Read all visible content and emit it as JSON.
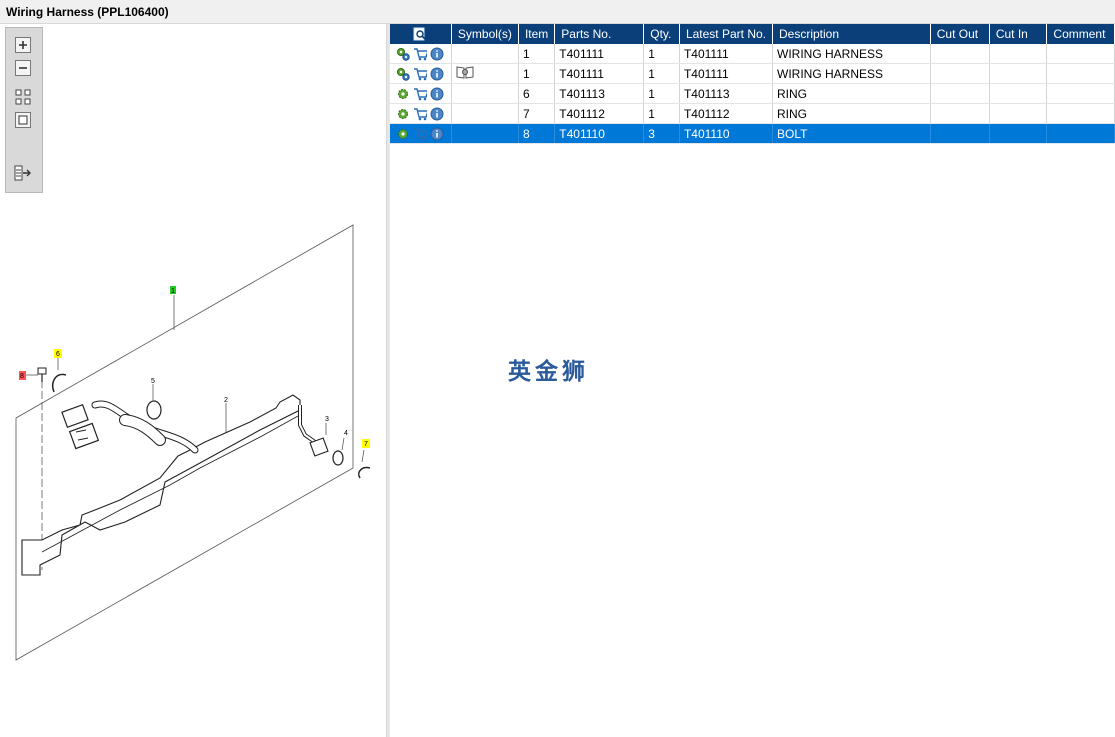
{
  "window": {
    "title": "Wiring Harness (PPL106400)"
  },
  "toolbar": {
    "buttons": [
      {
        "name": "zoom-in",
        "icon": "plus-icon"
      },
      {
        "name": "zoom-out",
        "icon": "minus-icon"
      },
      {
        "name": "fit",
        "icon": "fit-grid-icon"
      },
      {
        "name": "actual-size",
        "icon": "square-icon"
      },
      {
        "name": "export",
        "icon": "list-export-icon"
      }
    ]
  },
  "diagram": {
    "callouts": [
      {
        "label": "1",
        "highlight": "#22cc22"
      },
      {
        "label": "2",
        "highlight": ""
      },
      {
        "label": "3",
        "highlight": ""
      },
      {
        "label": "4",
        "highlight": ""
      },
      {
        "label": "5",
        "highlight": ""
      },
      {
        "label": "6",
        "highlight": "#ffff00"
      },
      {
        "label": "7",
        "highlight": "#ffff00"
      },
      {
        "label": "8",
        "highlight": "#ff5555"
      }
    ]
  },
  "grid": {
    "headers": [
      "",
      "Symbol(s)",
      "Item",
      "Parts No.",
      "Qty.",
      "Latest Part No.",
      "Description",
      "Cut Out",
      "Cut In",
      "Comment"
    ],
    "header_icon": "search-document-icon",
    "rows": [
      {
        "icons": [
          "gears-icon",
          "cart-icon",
          "info-icon"
        ],
        "symbol": "",
        "item": "1",
        "parts_no": "T401111",
        "qty": "1",
        "latest": "T401111",
        "desc": "WIRING HARNESS",
        "cut_out": "",
        "cut_in": "",
        "comment": "",
        "selected": false
      },
      {
        "icons": [
          "gears-icon",
          "cart-icon",
          "info-icon"
        ],
        "symbol": "book-icon",
        "item": "1",
        "parts_no": "T401111",
        "qty": "1",
        "latest": "T401111",
        "desc": "WIRING HARNESS",
        "cut_out": "",
        "cut_in": "",
        "comment": "",
        "selected": false
      },
      {
        "icons": [
          "gear-icon",
          "cart-icon",
          "info-icon"
        ],
        "symbol": "",
        "item": "6",
        "parts_no": "T401113",
        "qty": "1",
        "latest": "T401113",
        "desc": "RING",
        "cut_out": "",
        "cut_in": "",
        "comment": "",
        "selected": false
      },
      {
        "icons": [
          "gear-icon",
          "cart-icon",
          "info-icon"
        ],
        "symbol": "",
        "item": "7",
        "parts_no": "T401112",
        "qty": "1",
        "latest": "T401112",
        "desc": "RING",
        "cut_out": "",
        "cut_in": "",
        "comment": "",
        "selected": false
      },
      {
        "icons": [
          "gear-icon",
          "cart-icon",
          "info-icon"
        ],
        "symbol": "",
        "item": "8",
        "parts_no": "T401110",
        "qty": "3",
        "latest": "T401110",
        "desc": "BOLT",
        "cut_out": "",
        "cut_in": "",
        "comment": "",
        "selected": true
      }
    ]
  },
  "watermark": "英金狮",
  "colors": {
    "header_bg": "#0a3f7a",
    "selected_row": "#0078d7"
  }
}
